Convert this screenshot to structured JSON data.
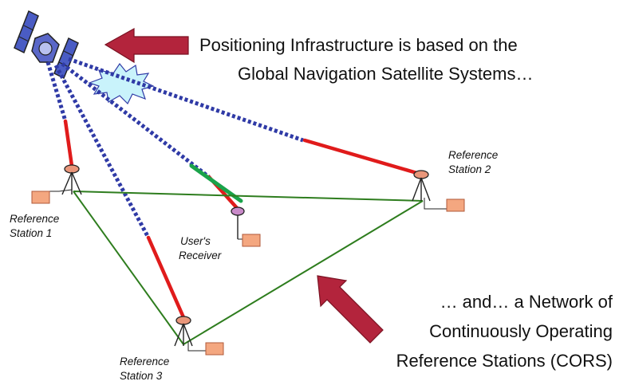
{
  "caption_top": {
    "line1": "Positioning Infrastructure is based on  the",
    "line2": "Global Navigation Satellite Systems…"
  },
  "caption_bottom": {
    "line1": "… and… a Network of",
    "line2": "Continuously Operating",
    "line3": "Reference Stations (CORS)"
  },
  "stations": [
    {
      "line1": "Reference",
      "line2": "Station 1"
    },
    {
      "line1": "Reference",
      "line2": "Station 2"
    },
    {
      "line1": "Reference",
      "line2": "Station 3"
    }
  ],
  "user_receiver": {
    "line1": "User's",
    "line2": "Receiver"
  },
  "colors": {
    "signal_path": "#2f3aa6",
    "signal_segment": "#e01b1b",
    "network_line": "#2e7d1e",
    "user_link": "#1aa34a",
    "arrow": "#b3243c",
    "interference_fill": "#c9f3fb",
    "satellite_panel": "#4a5cc4",
    "antenna": "#e9967a",
    "receiver_box": "#f4a780"
  },
  "icons": [
    "satellite-icon",
    "interference-burst-icon",
    "antenna-icon",
    "receiver-box-icon",
    "arrow-icon"
  ]
}
